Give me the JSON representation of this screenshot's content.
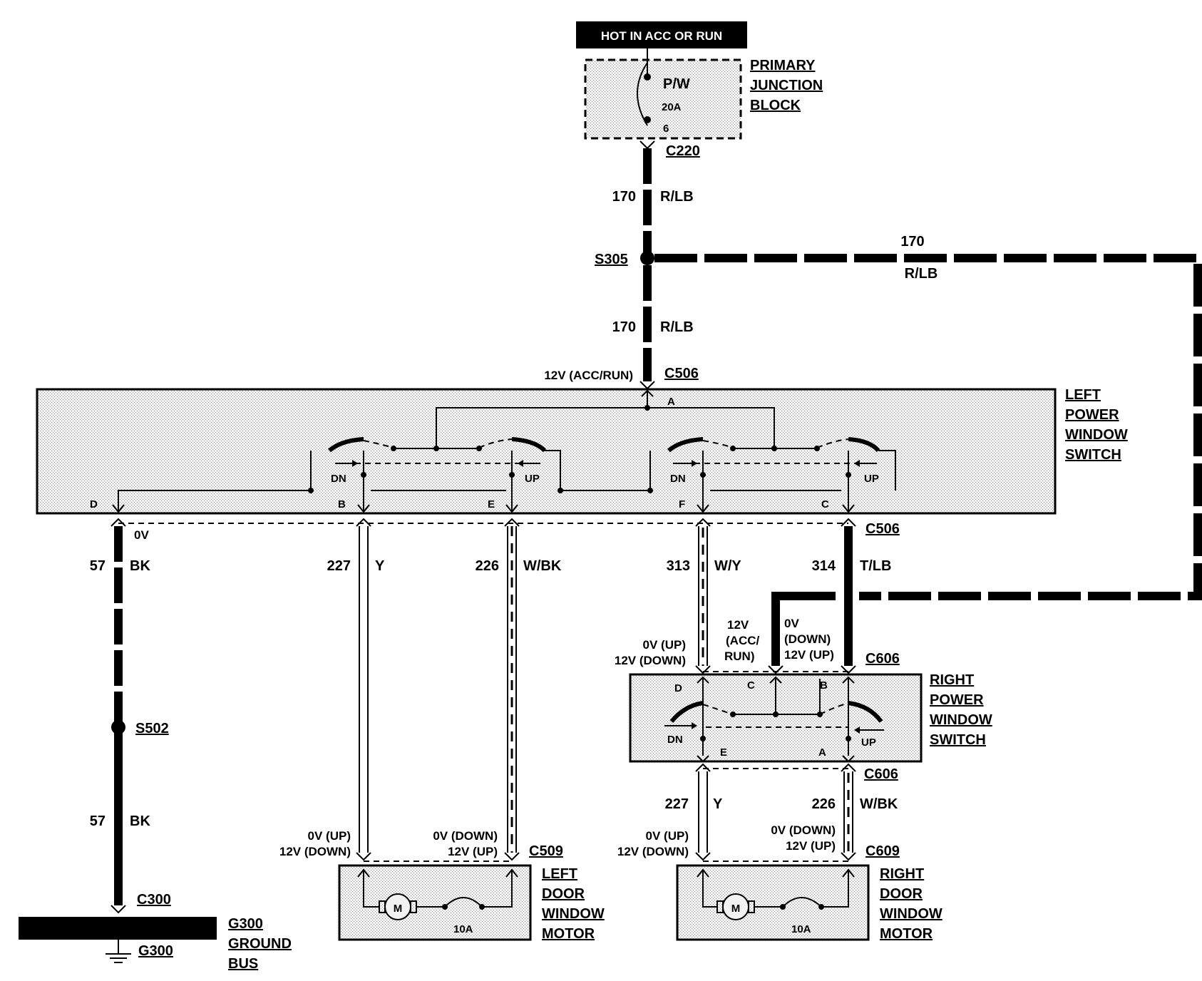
{
  "header": {
    "hot_label": "HOT IN ACC OR RUN"
  },
  "junction_block": {
    "title": [
      "PRIMARY",
      "JUNCTION",
      "BLOCK"
    ],
    "fuse_name": "P/W",
    "fuse_rating": "20A",
    "fuse_number": "6"
  },
  "connectors": {
    "c220": "C220",
    "c506_top": "C506",
    "c506_bottom": "C506",
    "c606_top": "C606",
    "c606_bottom": "C606",
    "c509": "C509",
    "c609": "C609",
    "c300": "C300"
  },
  "splices": {
    "s305": "S305",
    "s502": "S502"
  },
  "wires": {
    "w170_circuit": "170",
    "w170_color": "R/LB",
    "w170b_circuit": "170",
    "w170b_color": "R/LB",
    "w170c_circuit": "170",
    "w170c_color": "R/LB",
    "w57_circuit": "57",
    "w57_color": "BK",
    "w57b_circuit": "57",
    "w57b_color": "BK",
    "w227_circuit": "227",
    "w227_color": "Y",
    "w226_circuit": "226",
    "w226_color": "W/BK",
    "w313_circuit": "313",
    "w313_color": "W/Y",
    "w314_circuit": "314",
    "w314_color": "T/LB",
    "w227b_circuit": "227",
    "w227b_color": "Y",
    "w226b_circuit": "226",
    "w226b_color": "W/BK"
  },
  "voltages": {
    "acc_run": "12V (ACC/RUN)",
    "zero_v": "0V",
    "up_down_1": "0V (UP)",
    "up_down_2": "12V (DOWN)",
    "down_up_1": "0V (DOWN)",
    "down_up_2": "12V (UP)",
    "rps_12v_1": "12V",
    "rps_12v_2": "(ACC/",
    "rps_12v_3": "RUN)",
    "rps_0v_1": "0V",
    "rps_0v_2": "(DOWN)",
    "rps_0v_3": "12V (UP)"
  },
  "left_power_window_switch": {
    "title": [
      "LEFT",
      "POWER",
      "WINDOW",
      "SWITCH"
    ],
    "pins": {
      "a": "A",
      "b": "B",
      "c": "C",
      "d": "D",
      "e": "E",
      "f": "F"
    },
    "dn": "DN",
    "up": "UP"
  },
  "right_power_window_switch": {
    "title": [
      "RIGHT",
      "POWER",
      "WINDOW",
      "SWITCH"
    ],
    "pins": {
      "a": "A",
      "b": "B",
      "c": "C",
      "d": "D",
      "e": "E"
    },
    "dn": "DN",
    "up": "UP"
  },
  "left_door_window_motor": {
    "title": [
      "LEFT",
      "DOOR",
      "WINDOW",
      "MOTOR"
    ],
    "motor": "M",
    "breaker": "10A"
  },
  "right_door_window_motor": {
    "title": [
      "RIGHT",
      "DOOR",
      "WINDOW",
      "MOTOR"
    ],
    "motor": "M",
    "breaker": "10A"
  },
  "ground": {
    "bus_title": [
      "G300",
      "GROUND",
      "BUS"
    ],
    "ground_label": "G300"
  }
}
